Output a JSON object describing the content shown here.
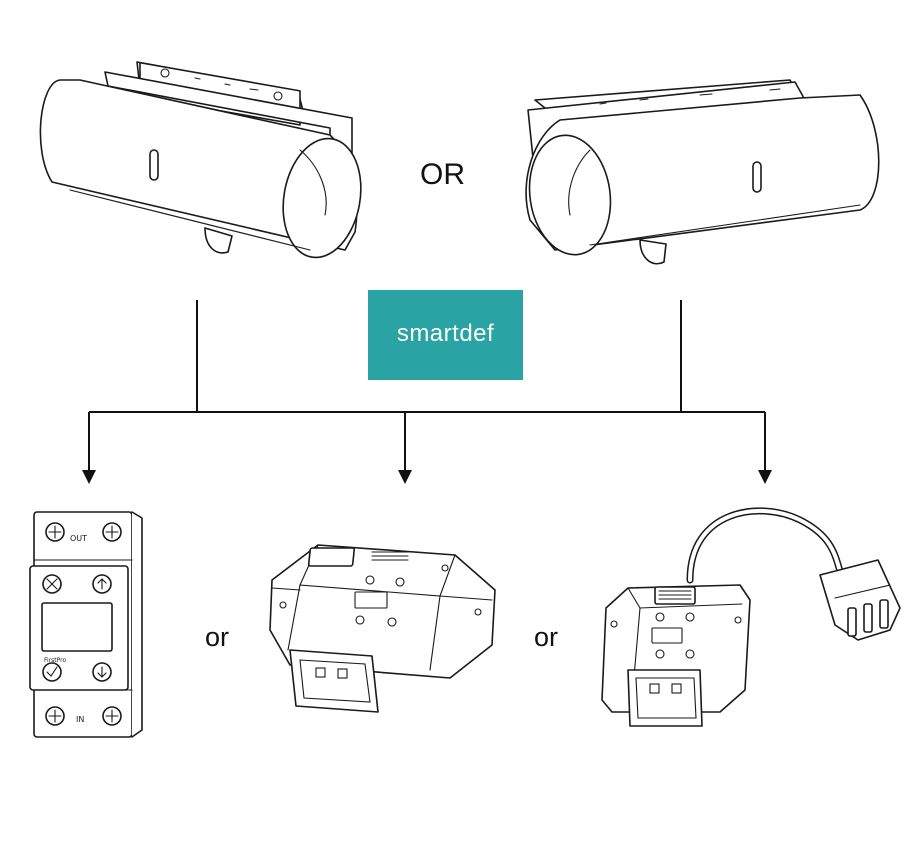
{
  "colors": {
    "brand_teal": "#2aa3a4",
    "line": "#111111"
  },
  "top_or_label": "OR",
  "brand": {
    "logo_text": "smartdef"
  },
  "bottom_or_labels": [
    "or",
    "or"
  ],
  "meter": {
    "out_label": "OUT",
    "in_label": "IN",
    "brand_small": "FirstPro"
  },
  "icons": [
    "cylindrical-sensor-left-icon",
    "cylindrical-sensor-right-icon",
    "din-rail-meter-icon",
    "plug-in-monitor-icon",
    "plug-in-monitor-with-cable-icon"
  ]
}
